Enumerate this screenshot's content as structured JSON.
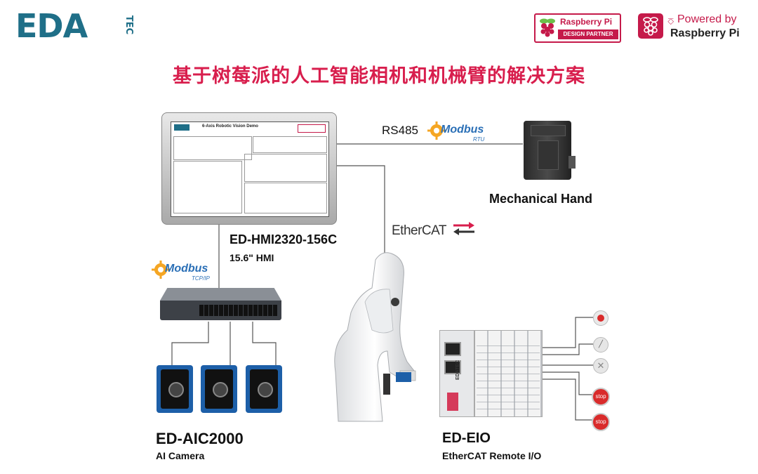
{
  "brand": {
    "logo_text": "EDA",
    "logo_suffix": "TEC",
    "partner_badge_line1": "Raspberry Pi",
    "partner_badge_line2": "DESIGN PARTNER",
    "powered_line1": "Powered by",
    "powered_line2": "Raspberry Pi",
    "brand_color": "#1f6f88",
    "accent_color": "#d81e4d"
  },
  "title": "基于树莓派的人工智能相机和机械臂的解决方案",
  "hmi": {
    "name": "ED-HMI2320-156C",
    "spec": "15.6\" HMI",
    "screen_title": "6-Axis Robotic Vision Demo"
  },
  "protocols": {
    "rs485": "RS485",
    "modbus": "Modbus",
    "modbus_rtu": "RTU",
    "modbus_tcp": "TCP/IP",
    "ethercat": "EtherCAT"
  },
  "hand": {
    "name": "Mechanical Hand"
  },
  "camera": {
    "name": "ED-AIC2000",
    "desc": "AI Camera"
  },
  "eio": {
    "name": "ED-EIO",
    "desc": "EtherCAT Remote I/O",
    "body_label": "EDATEC"
  },
  "io_icons": [
    {
      "name": "red-button",
      "text": ""
    },
    {
      "name": "sensor",
      "text": ""
    },
    {
      "name": "lamp",
      "text": ""
    },
    {
      "name": "stop-button",
      "text": "stop"
    },
    {
      "name": "stop-button",
      "text": "stop"
    }
  ]
}
